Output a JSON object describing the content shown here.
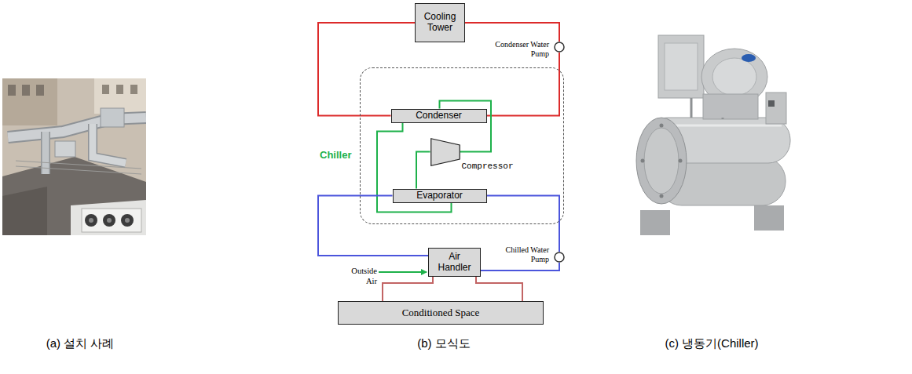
{
  "diagram": {
    "nodes": [
      {
        "text": [
          "Cooling Tower"
        ]
      },
      {
        "text": [
          "Condenser Water Pump"
        ]
      },
      {
        "text": [
          "Chiller"
        ]
      },
      {
        "text": [
          "Condenser"
        ],
        "in": 2
      },
      {
        "text": [
          "Compressor"
        ],
        "in": 2
      },
      {
        "text": [
          "Evaporator"
        ],
        "in": 2
      },
      {
        "text": [
          "Chilled Water Pump"
        ]
      },
      {
        "text": [
          "Air Handler"
        ]
      },
      {
        "text": [
          "Conditioned Space"
        ]
      }
    ],
    "edges": [
      {
        "from": 0,
        "to": 1,
        "arrow": "none"
      },
      {
        "from": 1,
        "to": 3,
        "arrow": "none"
      },
      {
        "from": 3,
        "to": 0,
        "arrow": "none"
      },
      {
        "from": 3,
        "to": 4,
        "arrow": "none"
      },
      {
        "from": 4,
        "to": 5,
        "arrow": "none"
      },
      {
        "from": 5,
        "to": 3,
        "arrow": "none"
      },
      {
        "from": 5,
        "to": 7,
        "arrow": "none"
      },
      {
        "from": 5,
        "to": 6,
        "arrow": "none"
      },
      {
        "from": 6,
        "to": 7,
        "arrow": "none"
      },
      {
        "from": 7,
        "to": 8,
        "arrow": "none"
      },
      {
        "from": 7,
        "to": 8,
        "arrow": "none"
      }
    ],
    "labels": [
      "(a) 설치 사례",
      "Outside Air",
      "(b) 모식도",
      "(c) 냉동기(Chiller)"
    ]
  }
}
